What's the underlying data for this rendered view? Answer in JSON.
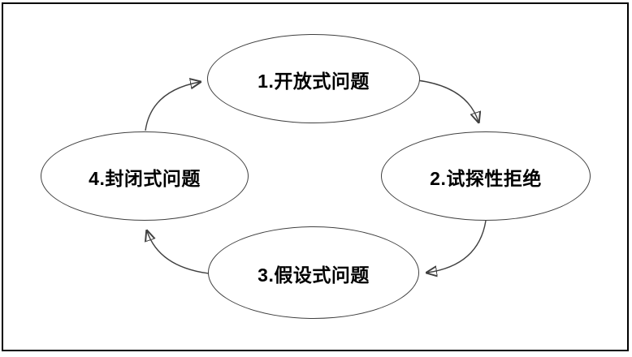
{
  "diagram": {
    "type": "cycle",
    "nodes": [
      {
        "id": "1",
        "label": "1.开放式问题"
      },
      {
        "id": "2",
        "label": "2.试探性拒绝"
      },
      {
        "id": "3",
        "label": "3.假设式问题"
      },
      {
        "id": "4",
        "label": "4.封闭式问题"
      }
    ],
    "edges": [
      {
        "from": "1",
        "to": "2"
      },
      {
        "from": "2",
        "to": "3"
      },
      {
        "from": "3",
        "to": "4"
      },
      {
        "from": "4",
        "to": "1"
      }
    ],
    "colors": {
      "node_stroke": "#404040",
      "arrow_stroke": "#404040",
      "arrowhead_fill": "#000000",
      "text": "#000000",
      "background": "#ffffff",
      "frame_border": "#000000"
    }
  }
}
